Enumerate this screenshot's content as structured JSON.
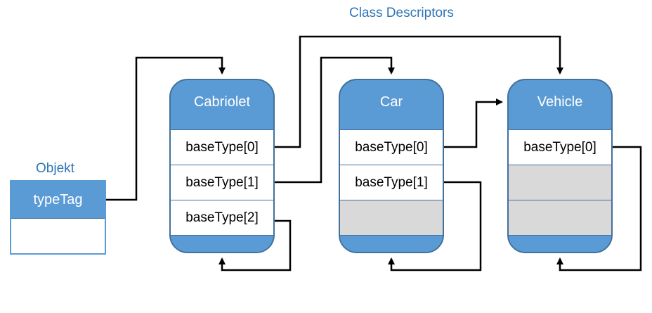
{
  "title": "Class Descriptors",
  "object": {
    "label": "Objekt",
    "field": "typeTag"
  },
  "descriptors": [
    {
      "name": "Cabriolet",
      "slots": [
        "baseType[0]",
        "baseType[1]",
        "baseType[2]"
      ]
    },
    {
      "name": "Car",
      "slots": [
        "baseType[0]",
        "baseType[1]",
        ""
      ]
    },
    {
      "name": "Vehicle",
      "slots": [
        "baseType[0]",
        "",
        ""
      ]
    }
  ],
  "colors": {
    "accent": "#2e75b6",
    "box_fill": "#5b9bd5",
    "box_border": "#41719c",
    "empty_slot": "#d9d9d9",
    "arrow": "#000000"
  }
}
